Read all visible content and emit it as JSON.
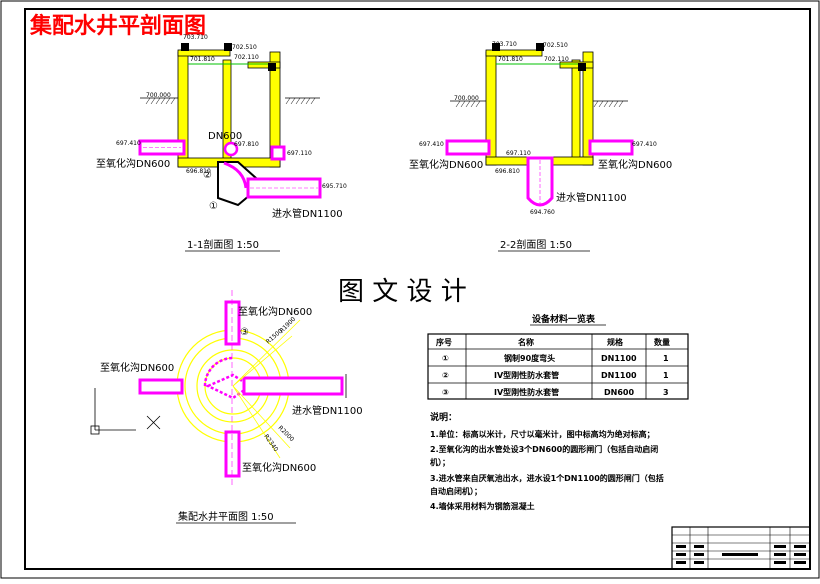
{
  "drawing_title": "集配水井平剖面图",
  "center_title": "图 文 设 计",
  "section_1": {
    "caption": "1-1剖面图 1:50",
    "elev_top_a": "703.710",
    "elev_top_b": "702.510",
    "elev_inner_a": "701.810",
    "elev_inner_b": "702.110",
    "elev_ground": "700.000",
    "elev_left_pipe_top": "697.410",
    "elev_left_pipe_bottom": "696.810",
    "elev_right_mid": "697.110",
    "elev_bell_top": "697.810",
    "elev_inlet": "695.710",
    "label_left_pipe": "至氧化沟DN600",
    "label_inlet": "进水管DN1100",
    "label_dn600": "DN600",
    "marker_1": "①",
    "marker_2": "②"
  },
  "section_2": {
    "caption": "2-2剖面图 1:50",
    "elev_top_a": "703.710",
    "elev_top_b": "702.510",
    "elev_inner_a": "701.810",
    "elev_inner_b": "702.110",
    "elev_ground": "700.000",
    "elev_left_pipe_top": "697.410",
    "elev_left_pipe_bottom": "696.810",
    "elev_right_pipe": "697.410",
    "elev_mid": "697.110",
    "elev_bottom": "694.760",
    "label_left_pipe": "至氧化沟DN600",
    "label_right_pipe": "至氧化沟DN600",
    "label_inlet": "进水管DN1100"
  },
  "plan": {
    "caption": "集配水井平面图 1:50",
    "label_top": "至氧化沟DN600",
    "label_left": "至氧化沟DN600",
    "label_bottom": "至氧化沟DN600",
    "label_inlet": "进水管DN1100",
    "marker_3": "③",
    "dims": [
      "R1900",
      "R1500",
      "R2000",
      "R2340"
    ]
  },
  "material_table": {
    "title": "设备材料一览表",
    "headers": [
      "序号",
      "名称",
      "规格",
      "数量"
    ],
    "rows": [
      [
        "①",
        "钢制90度弯头",
        "DN1100",
        "1"
      ],
      [
        "②",
        "IV型刚性防水套管",
        "DN1100",
        "1"
      ],
      [
        "③",
        "IV型刚性防水套管",
        "DN600",
        "3"
      ]
    ]
  },
  "notes": {
    "heading": "说明：",
    "lines": [
      "1.单位：标高以米计，尺寸以毫米计，图中标高均为绝对标高；",
      "2.至氧化沟的出水管处设3个DN600的圆形闸门（包括自动启闭",
      "机）；",
      "3.进水管来自厌氧池出水，进水设1个DN1100的圆形闸门（包括",
      "自动启闭机）；",
      "4.墙体采用材料为钢筋混凝土"
    ]
  },
  "colors": {
    "pipe": "#ff00ff",
    "wall": "#ffff00",
    "title": "#ff0000",
    "water": "#00c000",
    "dim": "#ffff00",
    "line": "#000000"
  }
}
